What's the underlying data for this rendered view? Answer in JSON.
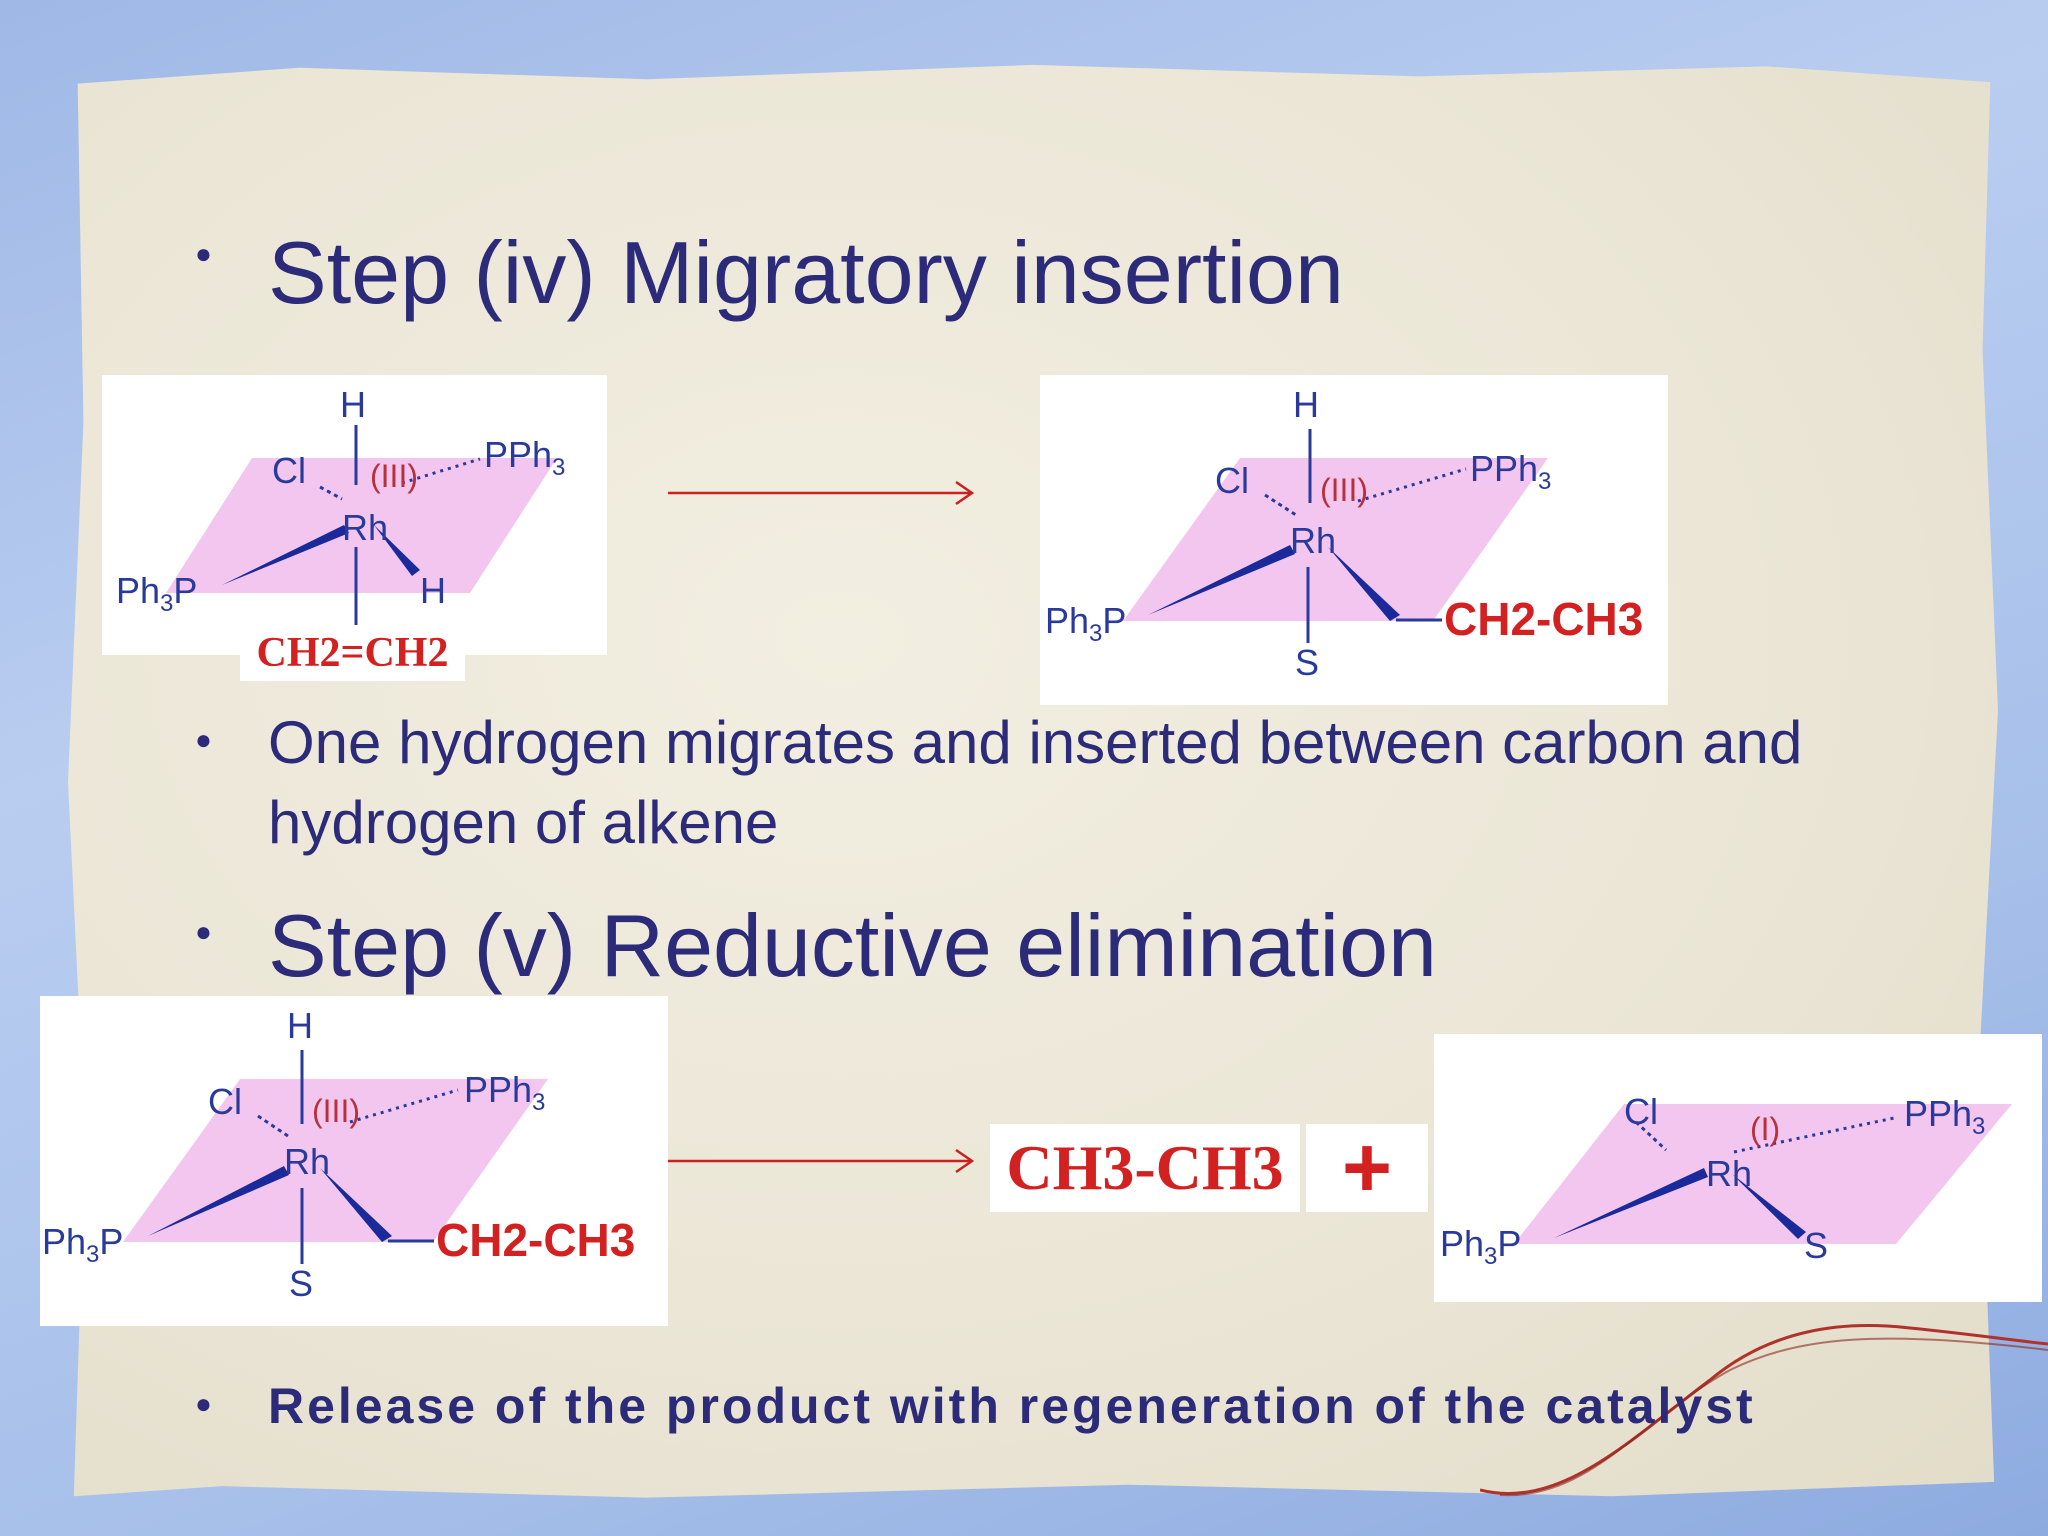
{
  "slide": {
    "step4_title": "Step (iv) Migratory insertion",
    "step4_desc": "One hydrogen migrates and inserted between carbon and hydrogen of alkene",
    "step5_title": "Step (v) Reductive elimination",
    "step5_desc": "Release of the product with regeneration of the catalyst"
  },
  "molecules": {
    "m1": {
      "top": "H",
      "metal": "Rh",
      "ox": "(III)",
      "cl": "Cl",
      "pph3_right": "PPh",
      "ph3p_left": "Ph",
      "p_letter": "P",
      "sub3": "3",
      "h_right": "H",
      "ligand": "CH2=CH2"
    },
    "m2": {
      "top": "H",
      "metal": "Rh",
      "ox": "(III)",
      "cl": "Cl",
      "pph3_right": "PPh",
      "ph3p_left": "Ph",
      "p_letter": "P",
      "sub3": "3",
      "bottom": "S",
      "ethyl": "CH2-CH3"
    },
    "m3": {
      "top": "H",
      "metal": "Rh",
      "ox": "(III)",
      "cl": "Cl",
      "pph3_right": "PPh",
      "ph3p_left": "Ph",
      "p_letter": "P",
      "sub3": "3",
      "bottom": "S",
      "ethyl": "CH2-CH3"
    },
    "m4": {
      "metal": "Rh",
      "ox": "(I)",
      "cl": "Cl",
      "pph3_right": "PPh",
      "ph3p_left": "Ph",
      "p_letter": "P",
      "sub3": "3",
      "s_right": "S"
    }
  },
  "product": {
    "ethane": "CH3-CH3",
    "plus": "+"
  },
  "colors": {
    "text": "#2b2b7a",
    "red": "#d32020",
    "plane": "#f3c6ef",
    "bond": "#2a3a9a"
  }
}
